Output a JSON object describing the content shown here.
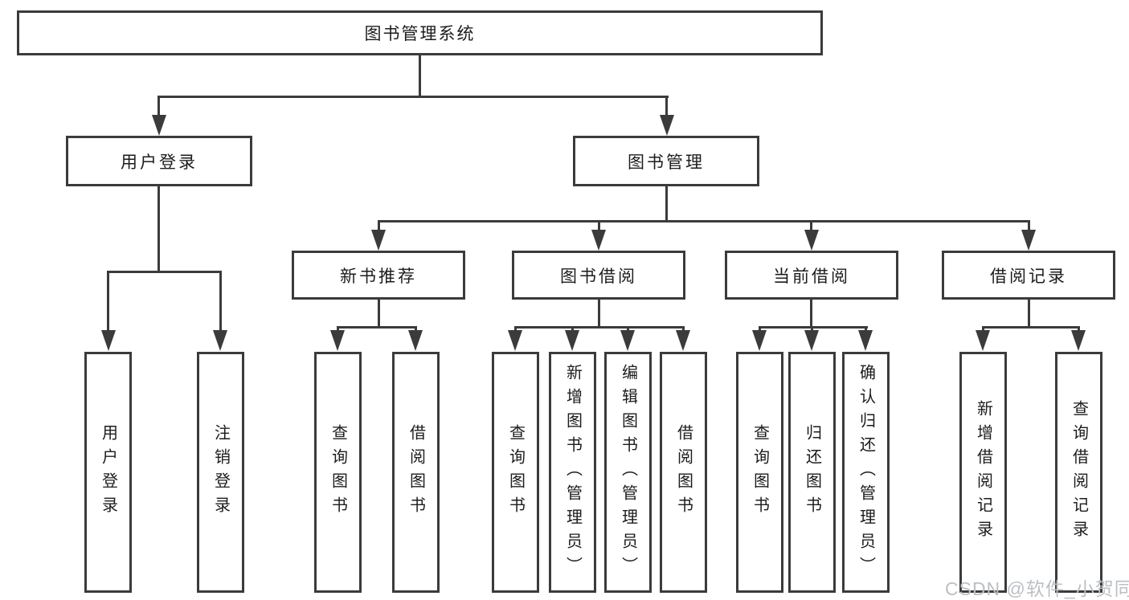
{
  "tree": {
    "label": "图书管理系统",
    "children": [
      {
        "label": "用户登录",
        "children": [
          {
            "label": "用户登录"
          },
          {
            "label": "注销登录"
          }
        ]
      },
      {
        "label": "图书管理",
        "children": [
          {
            "label": "新书推荐",
            "children": [
              {
                "label": "查询图书"
              },
              {
                "label": "借阅图书"
              }
            ]
          },
          {
            "label": "图书借阅",
            "children": [
              {
                "label": "查询图书"
              },
              {
                "label": "新增图书（管理员）"
              },
              {
                "label": "编辑图书（管理员）"
              },
              {
                "label": "借阅图书"
              }
            ]
          },
          {
            "label": "当前借阅",
            "children": [
              {
                "label": "查询图书"
              },
              {
                "label": "归还图书"
              },
              {
                "label": "确认归还（管理员）"
              }
            ]
          },
          {
            "label": "借阅记录",
            "children": [
              {
                "label": "新增借阅记录"
              },
              {
                "label": "查询借阅记录"
              }
            ]
          }
        ]
      }
    ]
  },
  "watermark": "CSDN @软件_小贺同学",
  "colors": {
    "line": "#3b3b3b",
    "text": "#1c1c1c",
    "background": "#ffffff",
    "watermark": "#bcc0c5"
  }
}
